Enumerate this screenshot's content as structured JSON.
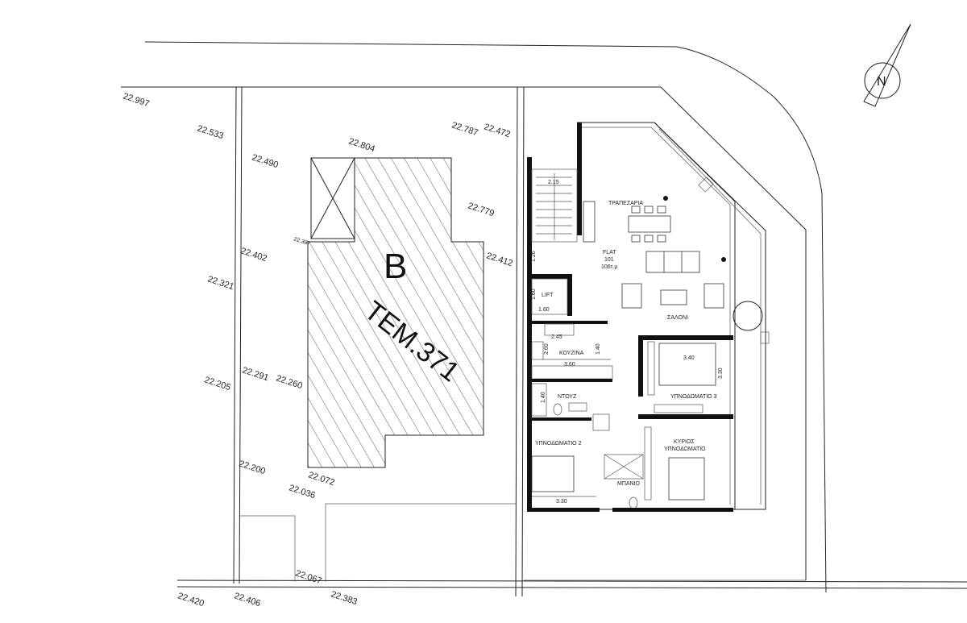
{
  "compass": {
    "label": "N"
  },
  "building": {
    "letter": "B",
    "plot": "TEM.371"
  },
  "spot_levels": [
    "22.997",
    "22.533",
    "22.490",
    "22.804",
    "22.787",
    "22.472",
    "22.779",
    "22.412",
    "22.387",
    "22.402",
    "22.321",
    "22.291",
    "22.260",
    "22.205",
    "22.200",
    "22.072",
    "22.036",
    "22.067",
    "22.420",
    "22.406",
    "22.383"
  ],
  "rooms": {
    "dining": "ΤΡΑΠΕΖΑΡΙΑ",
    "flat_line1": "FLAT",
    "flat_line2": "101",
    "flat_line3": "106τ.μ",
    "lift": "LIFT",
    "living": "ΣΑΛΟΝΙ",
    "kitchen": "ΚΟΥΖΙΝΑ",
    "shower": "ΝΤΟΥΖ",
    "bedroom3": "ΥΠΝΟΔΩΜΑΤΙΟ 3",
    "bedroom2": "ΥΠΝΟΔΩΜΑΤΙΟ 2",
    "master_line1": "ΚΥΡΙΟΣ",
    "master_line2": "ΥΠΝΟΔΩΜΑΤΙΟ",
    "bathroom": "ΜΠΑΝΙΟ"
  },
  "dimensions": {
    "stair_width": "2.15",
    "stair_side": "1.26",
    "lift_h": "1.60",
    "lift_w": "1.60",
    "kitchen_top": "2.45",
    "kitchen_side": "2.60",
    "kitchen_len": "3.60",
    "kitchen_side2": "1.40",
    "shower_side": "1.40",
    "bed3_w": "3.40",
    "bed3_h": "3.30",
    "bed2_w": "3.30"
  }
}
